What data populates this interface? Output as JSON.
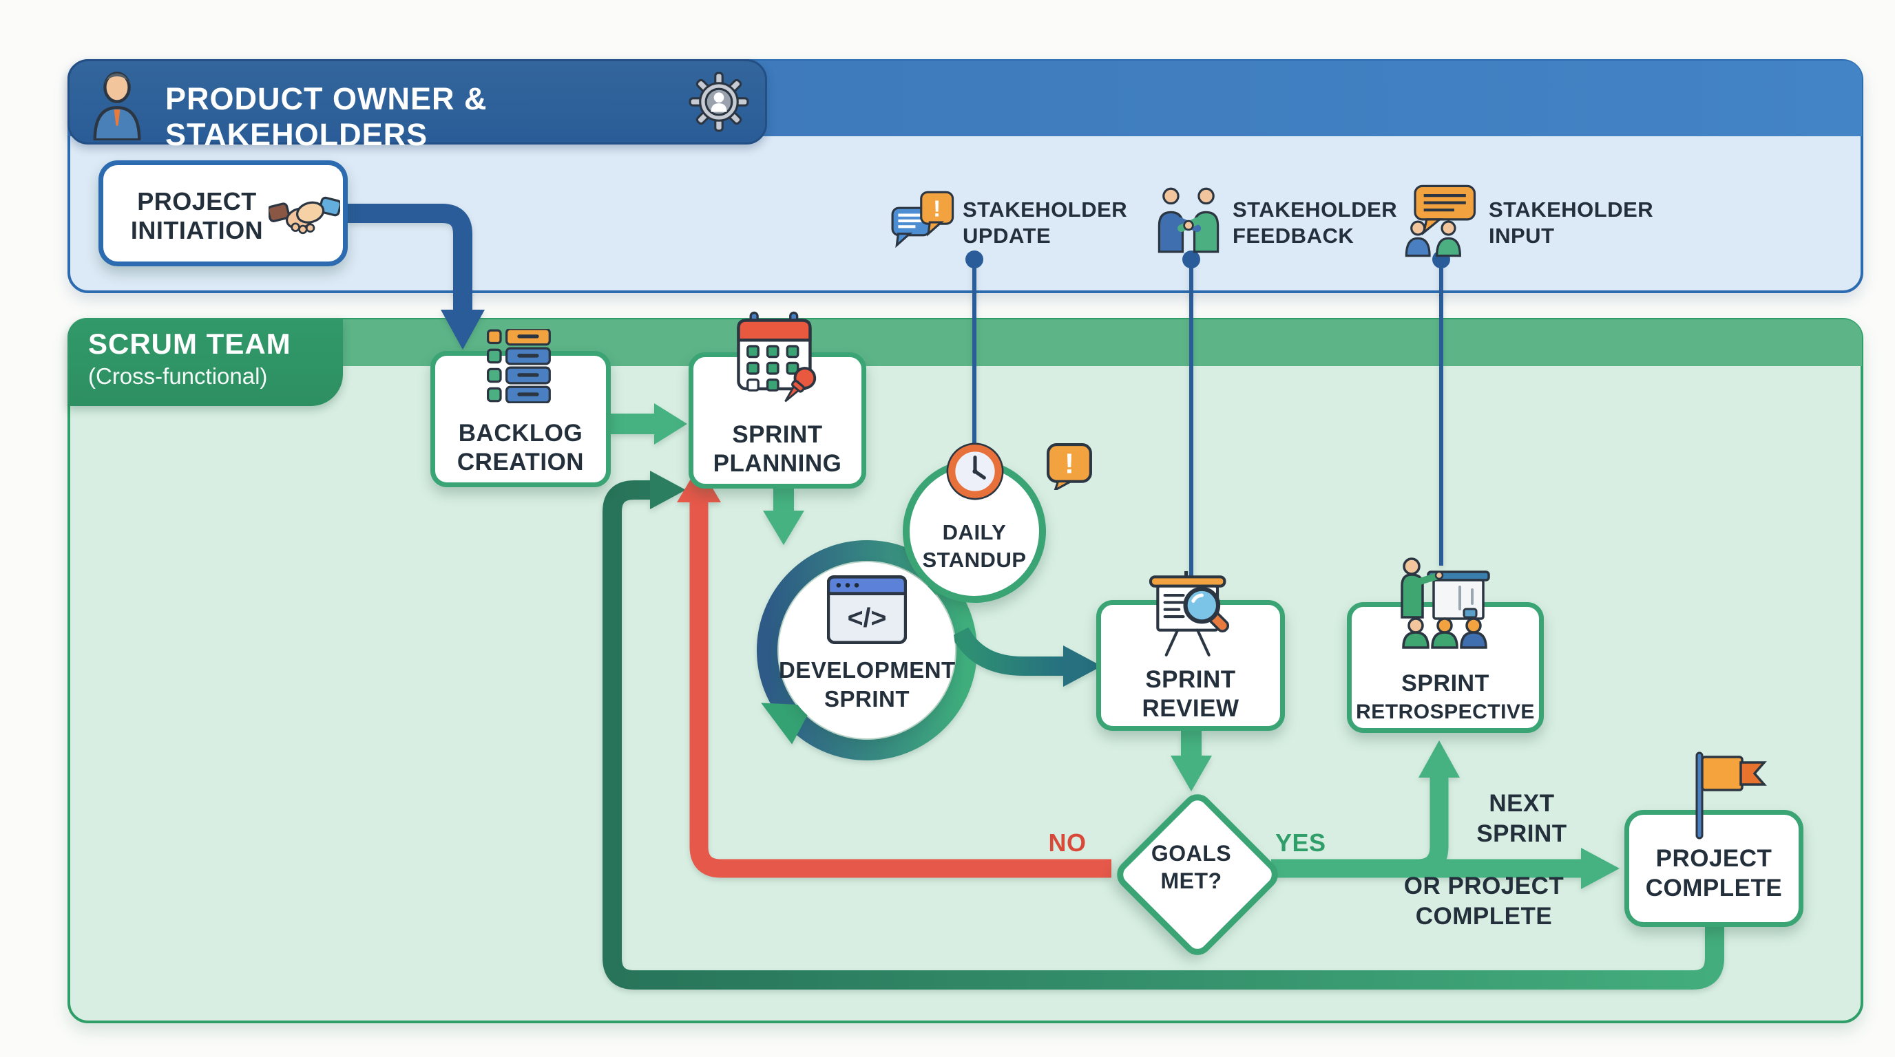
{
  "header": {
    "title": "PRODUCT OWNER & STAKEHOLDERS"
  },
  "scrum": {
    "title": "SCRUM TEAM",
    "subtitle": "(Cross-functional)"
  },
  "nodes": {
    "project_initiation": {
      "line1": "PROJECT",
      "line2": "INITIATION"
    },
    "backlog_creation": {
      "line1": "BACKLOG",
      "line2": "CREATION"
    },
    "sprint_planning": {
      "line1": "SPRINT",
      "line2": "PLANNING"
    },
    "daily_standup": {
      "line1": "DAILY",
      "line2": "STANDUP"
    },
    "development_sprint": {
      "line1": "DEVELOPMENT",
      "line2": "SPRINT"
    },
    "sprint_review": {
      "line1": "SPRINT",
      "line2": "REVIEW"
    },
    "sprint_retrospective": {
      "line1": "SPRINT",
      "line2": "RETROSPECTIVE"
    },
    "goals_met": {
      "line1": "GOALS",
      "line2": "MET?"
    },
    "project_complete": {
      "line1": "PROJECT",
      "line2": "COMPLETE"
    }
  },
  "stakeholder_annotations": {
    "update": {
      "line1": "STAKEHOLDER",
      "line2": "UPDATE"
    },
    "feedback": {
      "line1": "STAKEHOLDER",
      "line2": "FEEDBACK"
    },
    "input": {
      "line1": "STAKEHOLDER",
      "line2": "INPUT"
    }
  },
  "edge_labels": {
    "no": "NO",
    "yes": "YES",
    "next_sprint_line1": "NEXT",
    "next_sprint_line2": "SPRINT",
    "or_project_line1": "OR PROJECT",
    "or_project_line2": "COMPLETE"
  },
  "glyphs": {
    "alert": "!",
    "code": "</>"
  },
  "colors": {
    "stakeholder_lane_fill": "#dce9f6",
    "stakeholder_lane_border": "#2d6bb0",
    "header_tab": "#2a5c97",
    "header_bar": "#4384c6",
    "scrum_lane_fill": "#d8eee2",
    "scrum_lane_border": "#2f9e68",
    "scrum_tab": "#2f9667",
    "scrum_strip": "#5cb487",
    "node_border_green": "#3aa475",
    "node_border_blue": "#2d6bb0",
    "arrow_green": "#46b282",
    "arrow_dark_green": "#2b7f60",
    "arrow_blue": "#2a5c99",
    "arrow_red": "#e6584a",
    "arrow_teal": "#2a7f85",
    "accent_orange": "#f2a23e",
    "text_dark": "#232f3a"
  }
}
